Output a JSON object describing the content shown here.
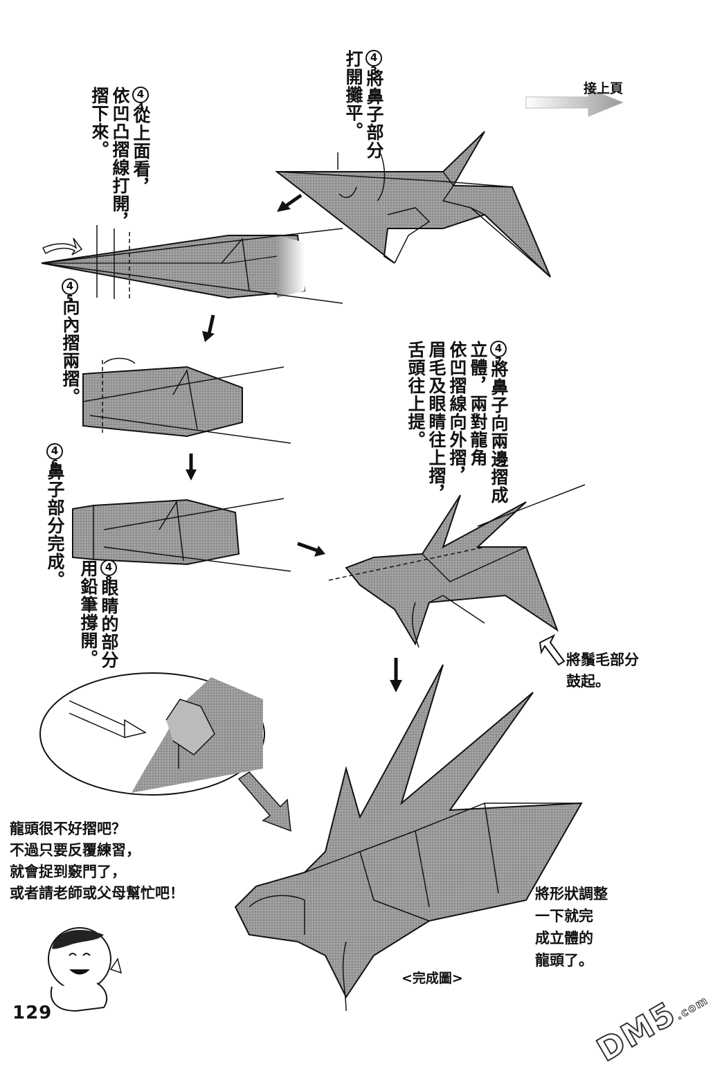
{
  "header": {
    "continued": "接上頁"
  },
  "steps": [
    {
      "num": "43",
      "lines": [
        "將鼻子部分",
        "打開攤平。"
      ]
    },
    {
      "num": "44",
      "lines": [
        "從上面看，",
        "依凹凸摺線打開，",
        "摺下來。"
      ]
    },
    {
      "num": "45",
      "lines": [
        "向內摺兩摺。"
      ]
    },
    {
      "num": "46",
      "lines": [
        "鼻子部分完成。"
      ]
    },
    {
      "num": "47",
      "lines": [
        "將鼻子向兩邊摺成",
        "立體，兩對龍角",
        "依凹摺線向外摺，",
        "眉毛及眼睛往上摺，",
        "舌頭往上提。"
      ]
    },
    {
      "num": "48",
      "lines": [
        "眼睛的部分",
        "用鉛筆撐開。"
      ]
    }
  ],
  "notes": {
    "beard": [
      "將鬚毛部分",
      "鼓起。"
    ],
    "advice": [
      "龍頭很不好摺吧？",
      "不過只要反覆練習，",
      "就會捉到竅門了，",
      "或者請老師或父母幫忙吧！"
    ],
    "finish": [
      "將形狀調整",
      "一下就完",
      "成立體的",
      "龍頭了。"
    ],
    "caption": "<完成圖>"
  },
  "page_number": "129",
  "watermark": {
    "main": "DM5",
    "sub": ".com"
  }
}
